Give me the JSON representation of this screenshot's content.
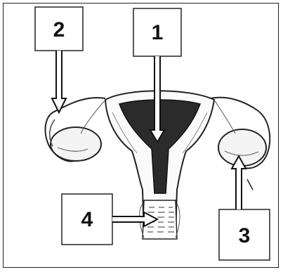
{
  "labels": {
    "one": "1",
    "two": "2",
    "three": "3",
    "four": "4"
  },
  "colors": {
    "ink": "#111111",
    "shade": "#3a3a3a",
    "paper": "#ffffff"
  }
}
